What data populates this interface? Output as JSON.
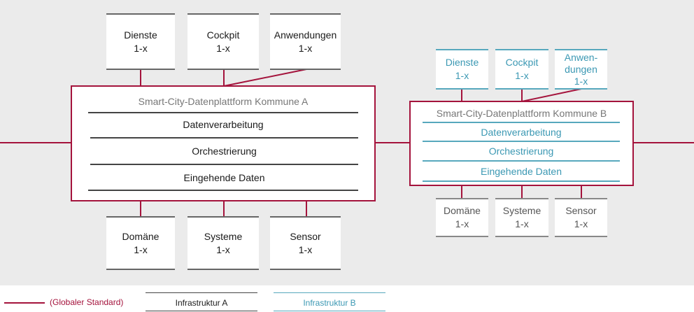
{
  "platform_a": {
    "title": "Smart-City-Datenplattform Kommune A",
    "layers": [
      "Datenverarbeitung",
      "Orchestrierung",
      "Eingehende Daten"
    ],
    "top_boxes": [
      {
        "name": "Dienste",
        "count": "1-x"
      },
      {
        "name": "Cockpit",
        "count": "1-x"
      },
      {
        "name": "Anwendungen",
        "count": "1-x"
      }
    ],
    "bottom_boxes": [
      {
        "name": "Domäne",
        "count": "1-x"
      },
      {
        "name": "Systeme",
        "count": "1-x"
      },
      {
        "name": "Sensor",
        "count": "1-x"
      }
    ]
  },
  "platform_b": {
    "title": "Smart-City-Datenplattform Kommune B",
    "layers": [
      "Datenverarbeitung",
      "Orchestrierung",
      "Eingehende Daten"
    ],
    "top_boxes": [
      {
        "name": "Dienste",
        "count": "1-x"
      },
      {
        "name": "Cockpit",
        "count": "1-x"
      },
      {
        "name_line1": "Anwen-",
        "name_line2": "dungen",
        "count": "1-x"
      }
    ],
    "bottom_boxes": [
      {
        "name": "Domäne",
        "count": "1-x"
      },
      {
        "name": "Systeme",
        "count": "1-x"
      },
      {
        "name": "Sensor",
        "count": "1-x"
      }
    ]
  },
  "legend": {
    "global_standard": "(Globaler Standard)",
    "infra_a": "Infrastruktur A",
    "infra_b": "Infrastruktur B"
  },
  "colors": {
    "global_standard": "#a4133c",
    "infra_a": "#444444",
    "infra_b": "#57a8bd",
    "background": "#ebebeb"
  }
}
